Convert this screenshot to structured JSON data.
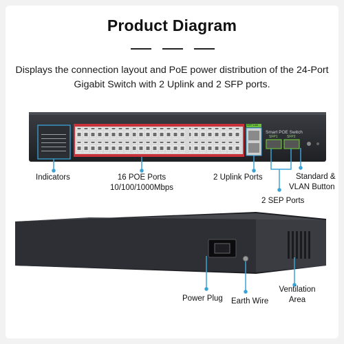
{
  "heading": {
    "title": "Product Diagram",
    "description": "Displays the connection layout and PoE power distribution of the 24-Port Gigabit Switch with 2 Uplink and 2 SFP ports."
  },
  "front_panel": {
    "indicators_label": "Indicators",
    "poe_ports_label": "16 POE Ports",
    "poe_ports_speed": "10/100/1000Mbps",
    "uplink_label": "2 Uplink Ports",
    "sfp_label": "2 SEP Ports",
    "vlan_label_line1": "Standard &",
    "vlan_label_line2": "VLAN Button",
    "device_text": "Smart POE Switch",
    "uplink_tag": "SFP Link",
    "sfp_tags": [
      "SFP1",
      "SFP2"
    ]
  },
  "rear_panel": {
    "power_label": "Power Plug",
    "earth_label": "Earth Wire",
    "vent_label_line1": "Ventilation",
    "vent_label_line2": "Area"
  },
  "colors": {
    "accent": "#3aa3d6",
    "poe_red": "#c8323a",
    "sfp_green": "#6bbf3a",
    "chassis": "#2a2c30"
  }
}
